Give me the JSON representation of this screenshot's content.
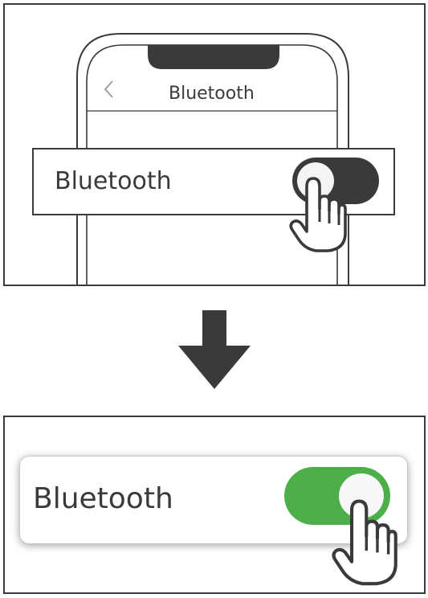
{
  "step_before": {
    "phone_screen_title": "Bluetooth",
    "setting_label": "Bluetooth",
    "toggle_state": "off",
    "toggle_color": "#3a3a3a",
    "knob_color": "#f4f4f4"
  },
  "step_after": {
    "setting_label": "Bluetooth",
    "toggle_state": "on",
    "toggle_color": "#4caf4a",
    "knob_color": "#f7f7f7"
  },
  "arrow": {
    "direction": "down",
    "color": "#3a3a3a"
  },
  "icons": {
    "back": "chevron-left-icon",
    "pointer": "hand-pointer-icon",
    "transition": "arrow-down-icon"
  }
}
